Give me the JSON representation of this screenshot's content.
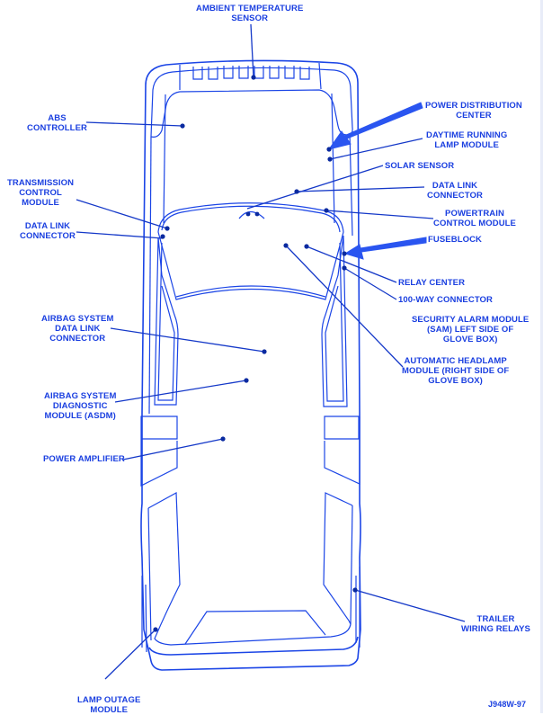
{
  "diagram": {
    "title": "Component Locations",
    "figure_id": "J948W-97",
    "accent_color": "#1a3fe0",
    "labels": {
      "ambient_temperature_sensor": "AMBIENT TEMPERATURE\nSENSOR",
      "abs_controller": "ABS\nCONTROLLER",
      "transmission_control_module": "TRANSMISSION\nCONTROL\nMODULE",
      "data_link_connector_left": "DATA LINK\nCONNECTOR",
      "airbag_data_link_connector": "AIRBAG SYSTEM\nDATA LINK\nCONNECTOR",
      "airbag_diagnostic_module": "AIRBAG SYSTEM\nDIAGNOSTIC\nMODULE (ASDM)",
      "power_amplifier": "POWER AMPLIFIER",
      "lamp_outage_module": "LAMP OUTAGE\nMODULE",
      "power_distribution_center": "POWER DISTRIBUTION\nCENTER",
      "daytime_running_lamp_module": "DAYTIME RUNNING\nLAMP MODULE",
      "solar_sensor": "SOLAR SENSOR",
      "data_link_connector_right": "DATA LINK\nCONNECTOR",
      "powertrain_control_module": "POWERTRAIN\nCONTROL MODULE",
      "fuseblock": "FUSEBLOCK",
      "relay_center": "RELAY CENTER",
      "way_connector_100": "100-WAY CONNECTOR",
      "security_alarm_module": "SECURITY ALARM MODULE\n(SAM) LEFT SIDE OF\nGLOVE BOX)",
      "automatic_headlamp_module": "AUTOMATIC HEADLAMP\nMODULE (RIGHT SIDE OF\nGLOVE BOX)",
      "trailer_wiring_relays": "TRAILER\nWIRING RELAYS"
    }
  }
}
